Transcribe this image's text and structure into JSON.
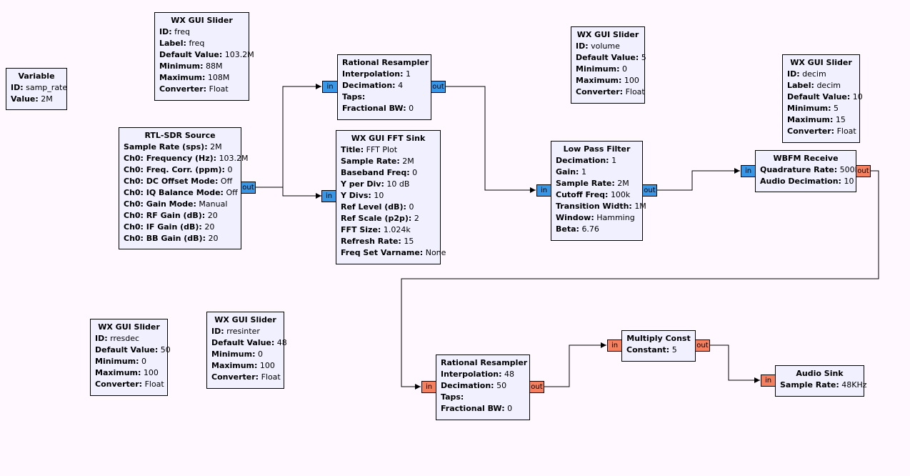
{
  "blocks": {
    "variable": {
      "title": "Variable",
      "params": [
        {
          "k": "ID:",
          "v": "samp_rate"
        },
        {
          "k": "Value:",
          "v": "2M"
        }
      ]
    },
    "slider_freq": {
      "title": "WX GUI Slider",
      "params": [
        {
          "k": "ID:",
          "v": "freq"
        },
        {
          "k": "Label:",
          "v": "freq"
        },
        {
          "k": "Default Value:",
          "v": "103.2M"
        },
        {
          "k": "Minimum:",
          "v": "88M"
        },
        {
          "k": "Maximum:",
          "v": "108M"
        },
        {
          "k": "Converter:",
          "v": "Float"
        }
      ]
    },
    "rtl": {
      "title": "RTL-SDR Source",
      "params": [
        {
          "k": "Sample Rate (sps):",
          "v": "2M"
        },
        {
          "k": "Ch0: Frequency (Hz):",
          "v": "103.2M"
        },
        {
          "k": "Ch0: Freq. Corr. (ppm):",
          "v": "0"
        },
        {
          "k": "Ch0: DC Offset Mode:",
          "v": "Off"
        },
        {
          "k": "Ch0: IQ Balance Mode:",
          "v": "Off"
        },
        {
          "k": "Ch0: Gain Mode:",
          "v": "Manual"
        },
        {
          "k": "Ch0: RF Gain (dB):",
          "v": "20"
        },
        {
          "k": "Ch0: IF Gain (dB):",
          "v": "20"
        },
        {
          "k": "Ch0: BB Gain (dB):",
          "v": "20"
        }
      ]
    },
    "resampler1": {
      "title": "Rational Resampler",
      "params": [
        {
          "k": "Interpolation:",
          "v": "1"
        },
        {
          "k": "Decimation:",
          "v": "4"
        },
        {
          "k": "Taps:",
          "v": ""
        },
        {
          "k": "Fractional BW:",
          "v": "0"
        }
      ]
    },
    "fft": {
      "title": "WX GUI FFT Sink",
      "params": [
        {
          "k": "Title:",
          "v": "FFT Plot"
        },
        {
          "k": "Sample Rate:",
          "v": "2M"
        },
        {
          "k": "Baseband Freq:",
          "v": "0"
        },
        {
          "k": "Y per Div:",
          "v": "10 dB"
        },
        {
          "k": "Y Divs:",
          "v": "10"
        },
        {
          "k": "Ref Level (dB):",
          "v": "0"
        },
        {
          "k": "Ref Scale (p2p):",
          "v": "2"
        },
        {
          "k": "FFT Size:",
          "v": "1.024k"
        },
        {
          "k": "Refresh Rate:",
          "v": "15"
        },
        {
          "k": "Freq Set Varname:",
          "v": "None"
        }
      ]
    },
    "slider_volume": {
      "title": "WX GUI Slider",
      "params": [
        {
          "k": "ID:",
          "v": "volume"
        },
        {
          "k": "Default Value:",
          "v": "5"
        },
        {
          "k": "Minimum:",
          "v": "0"
        },
        {
          "k": "Maximum:",
          "v": "100"
        },
        {
          "k": "Converter:",
          "v": "Float"
        }
      ]
    },
    "lpf": {
      "title": "Low Pass Filter",
      "params": [
        {
          "k": "Decimation:",
          "v": "1"
        },
        {
          "k": "Gain:",
          "v": "1"
        },
        {
          "k": "Sample Rate:",
          "v": "2M"
        },
        {
          "k": "Cutoff Freq:",
          "v": "100k"
        },
        {
          "k": "Transition Width:",
          "v": "1M"
        },
        {
          "k": "Window:",
          "v": "Hamming"
        },
        {
          "k": "Beta:",
          "v": "6.76"
        }
      ]
    },
    "slider_decim": {
      "title": "WX GUI Slider",
      "params": [
        {
          "k": "ID:",
          "v": "decim"
        },
        {
          "k": "Label:",
          "v": "decim"
        },
        {
          "k": "Default Value:",
          "v": "10"
        },
        {
          "k": "Minimum:",
          "v": "5"
        },
        {
          "k": "Maximum:",
          "v": "15"
        },
        {
          "k": "Converter:",
          "v": "Float"
        }
      ]
    },
    "wbfm": {
      "title": "WBFM Receive",
      "params": [
        {
          "k": "Quadrature Rate:",
          "v": "500k"
        },
        {
          "k": "Audio Decimation:",
          "v": "10"
        }
      ]
    },
    "slider_rresdec": {
      "title": "WX GUI Slider",
      "params": [
        {
          "k": "ID:",
          "v": "rresdec"
        },
        {
          "k": "Default Value:",
          "v": "50"
        },
        {
          "k": "Minimum:",
          "v": "0"
        },
        {
          "k": "Maximum:",
          "v": "100"
        },
        {
          "k": "Converter:",
          "v": "Float"
        }
      ]
    },
    "slider_rresinter": {
      "title": "WX GUI Slider",
      "params": [
        {
          "k": "ID:",
          "v": "rresinter"
        },
        {
          "k": "Default Value:",
          "v": "48"
        },
        {
          "k": "Minimum:",
          "v": "0"
        },
        {
          "k": "Maximum:",
          "v": "100"
        },
        {
          "k": "Converter:",
          "v": "Float"
        }
      ]
    },
    "resampler2": {
      "title": "Rational Resampler",
      "params": [
        {
          "k": "Interpolation:",
          "v": "48"
        },
        {
          "k": "Decimation:",
          "v": "50"
        },
        {
          "k": "Taps:",
          "v": ""
        },
        {
          "k": "Fractional BW:",
          "v": "0"
        }
      ]
    },
    "multiply": {
      "title": "Multiply Const",
      "params": [
        {
          "k": "Constant:",
          "v": "5"
        }
      ]
    },
    "audio": {
      "title": "Audio Sink",
      "params": [
        {
          "k": "Sample Rate:",
          "v": "48KHz"
        }
      ]
    }
  },
  "ports": {
    "in_label": "in",
    "out_label": "out"
  },
  "colors": {
    "background": "#fff8ff",
    "block_fill": "#f0f0ff",
    "port_complex": "#3796e6",
    "port_float": "#f58060"
  }
}
